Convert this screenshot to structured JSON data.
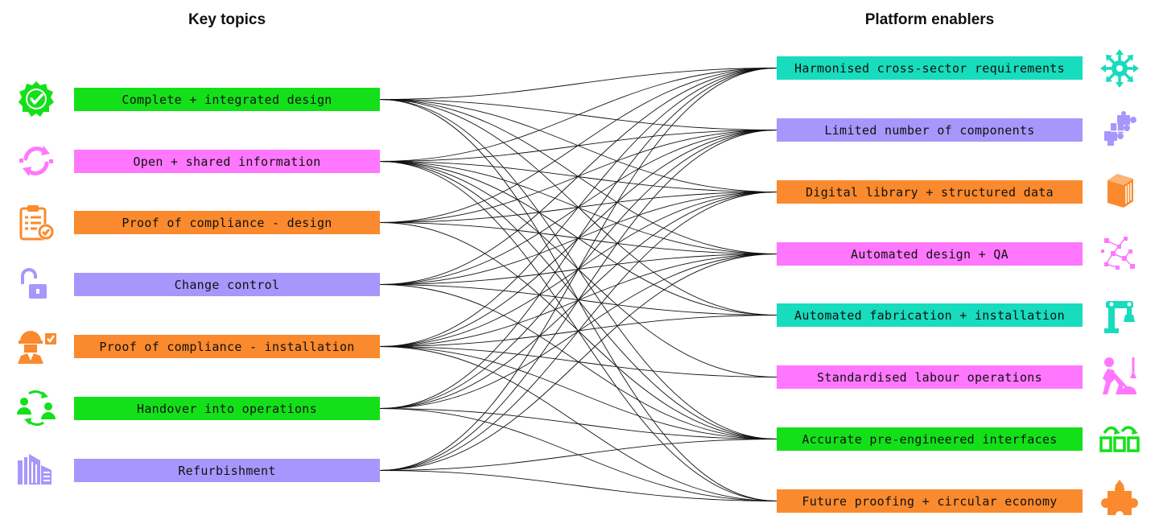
{
  "headings": {
    "left": "Key topics",
    "right": "Platform enablers"
  },
  "colors": {
    "green": "#14e01a",
    "pink": "#ff77ff",
    "orange": "#fa8a2d",
    "purple": "#a797fc",
    "teal": "#17dcbd",
    "line": "#111111"
  },
  "key_topics": [
    {
      "label": "Complete + integrated design",
      "color": "#14e01a",
      "icon": "verified-badge-icon"
    },
    {
      "label": "Open + shared information",
      "color": "#ff77ff",
      "icon": "sync-arrows-icon"
    },
    {
      "label": "Proof of compliance - design",
      "color": "#fa8a2d",
      "icon": "clipboard-check-icon"
    },
    {
      "label": "Change control",
      "color": "#a797fc",
      "icon": "open-padlock-icon"
    },
    {
      "label": "Proof of compliance - installation",
      "color": "#fa8a2d",
      "icon": "worker-check-icon"
    },
    {
      "label": "Handover into operations",
      "color": "#14e01a",
      "icon": "people-exchange-icon"
    },
    {
      "label": "Refurbishment",
      "color": "#a797fc",
      "icon": "buildings-icon"
    }
  ],
  "platform_enablers": [
    {
      "label": "Harmonised cross-sector requirements",
      "color": "#17dcbd",
      "icon": "hub-arrows-icon"
    },
    {
      "label": "Limited number of components",
      "color": "#a797fc",
      "icon": "puzzle-stack-icon"
    },
    {
      "label": "Digital library + structured data",
      "color": "#fa8a2d",
      "icon": "cube-library-icon"
    },
    {
      "label": "Automated design + QA",
      "color": "#ff77ff",
      "icon": "pixel-network-icon"
    },
    {
      "label": "Automated fabrication + installation",
      "color": "#17dcbd",
      "icon": "robot-arm-icon"
    },
    {
      "label": "Standardised labour operations",
      "color": "#ff77ff",
      "icon": "digging-worker-icon"
    },
    {
      "label": "Accurate pre-engineered interfaces",
      "color": "#14e01a",
      "icon": "connected-modules-icon"
    },
    {
      "label": "Future proofing + circular economy",
      "color": "#fa8a2d",
      "icon": "puzzle-piece-icon"
    }
  ],
  "links": [
    [
      0,
      0
    ],
    [
      0,
      1
    ],
    [
      0,
      2
    ],
    [
      0,
      3
    ],
    [
      0,
      4
    ],
    [
      0,
      6
    ],
    [
      0,
      7
    ],
    [
      1,
      0
    ],
    [
      1,
      1
    ],
    [
      1,
      2
    ],
    [
      1,
      3
    ],
    [
      1,
      4
    ],
    [
      1,
      5
    ],
    [
      1,
      6
    ],
    [
      1,
      7
    ],
    [
      2,
      0
    ],
    [
      2,
      1
    ],
    [
      2,
      2
    ],
    [
      2,
      3
    ],
    [
      2,
      6
    ],
    [
      3,
      0
    ],
    [
      3,
      1
    ],
    [
      3,
      2
    ],
    [
      3,
      3
    ],
    [
      3,
      4
    ],
    [
      3,
      6
    ],
    [
      4,
      0
    ],
    [
      4,
      1
    ],
    [
      4,
      2
    ],
    [
      4,
      3
    ],
    [
      4,
      4
    ],
    [
      4,
      5
    ],
    [
      4,
      6
    ],
    [
      4,
      7
    ],
    [
      5,
      0
    ],
    [
      5,
      1
    ],
    [
      5,
      2
    ],
    [
      5,
      3
    ],
    [
      5,
      6
    ],
    [
      5,
      7
    ],
    [
      6,
      0
    ],
    [
      6,
      1
    ],
    [
      6,
      2
    ],
    [
      6,
      3
    ],
    [
      6,
      6
    ],
    [
      6,
      7
    ]
  ]
}
